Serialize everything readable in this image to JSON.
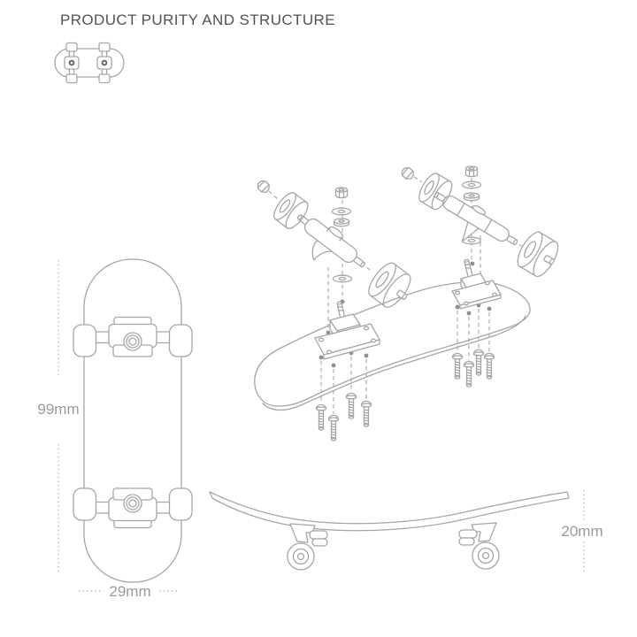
{
  "page": {
    "title": "PRODUCT PURITY AND STRUCTURE"
  },
  "dimensions": {
    "length": "99mm",
    "width": "29mm",
    "thickness": "20mm"
  },
  "colors": {
    "line": "#a6a6a6",
    "dim_line": "#b5b5b5",
    "dim_text": "#9a9a9a",
    "title_text": "#535353",
    "dot": "#8f8f8f",
    "background": "#ffffff"
  }
}
